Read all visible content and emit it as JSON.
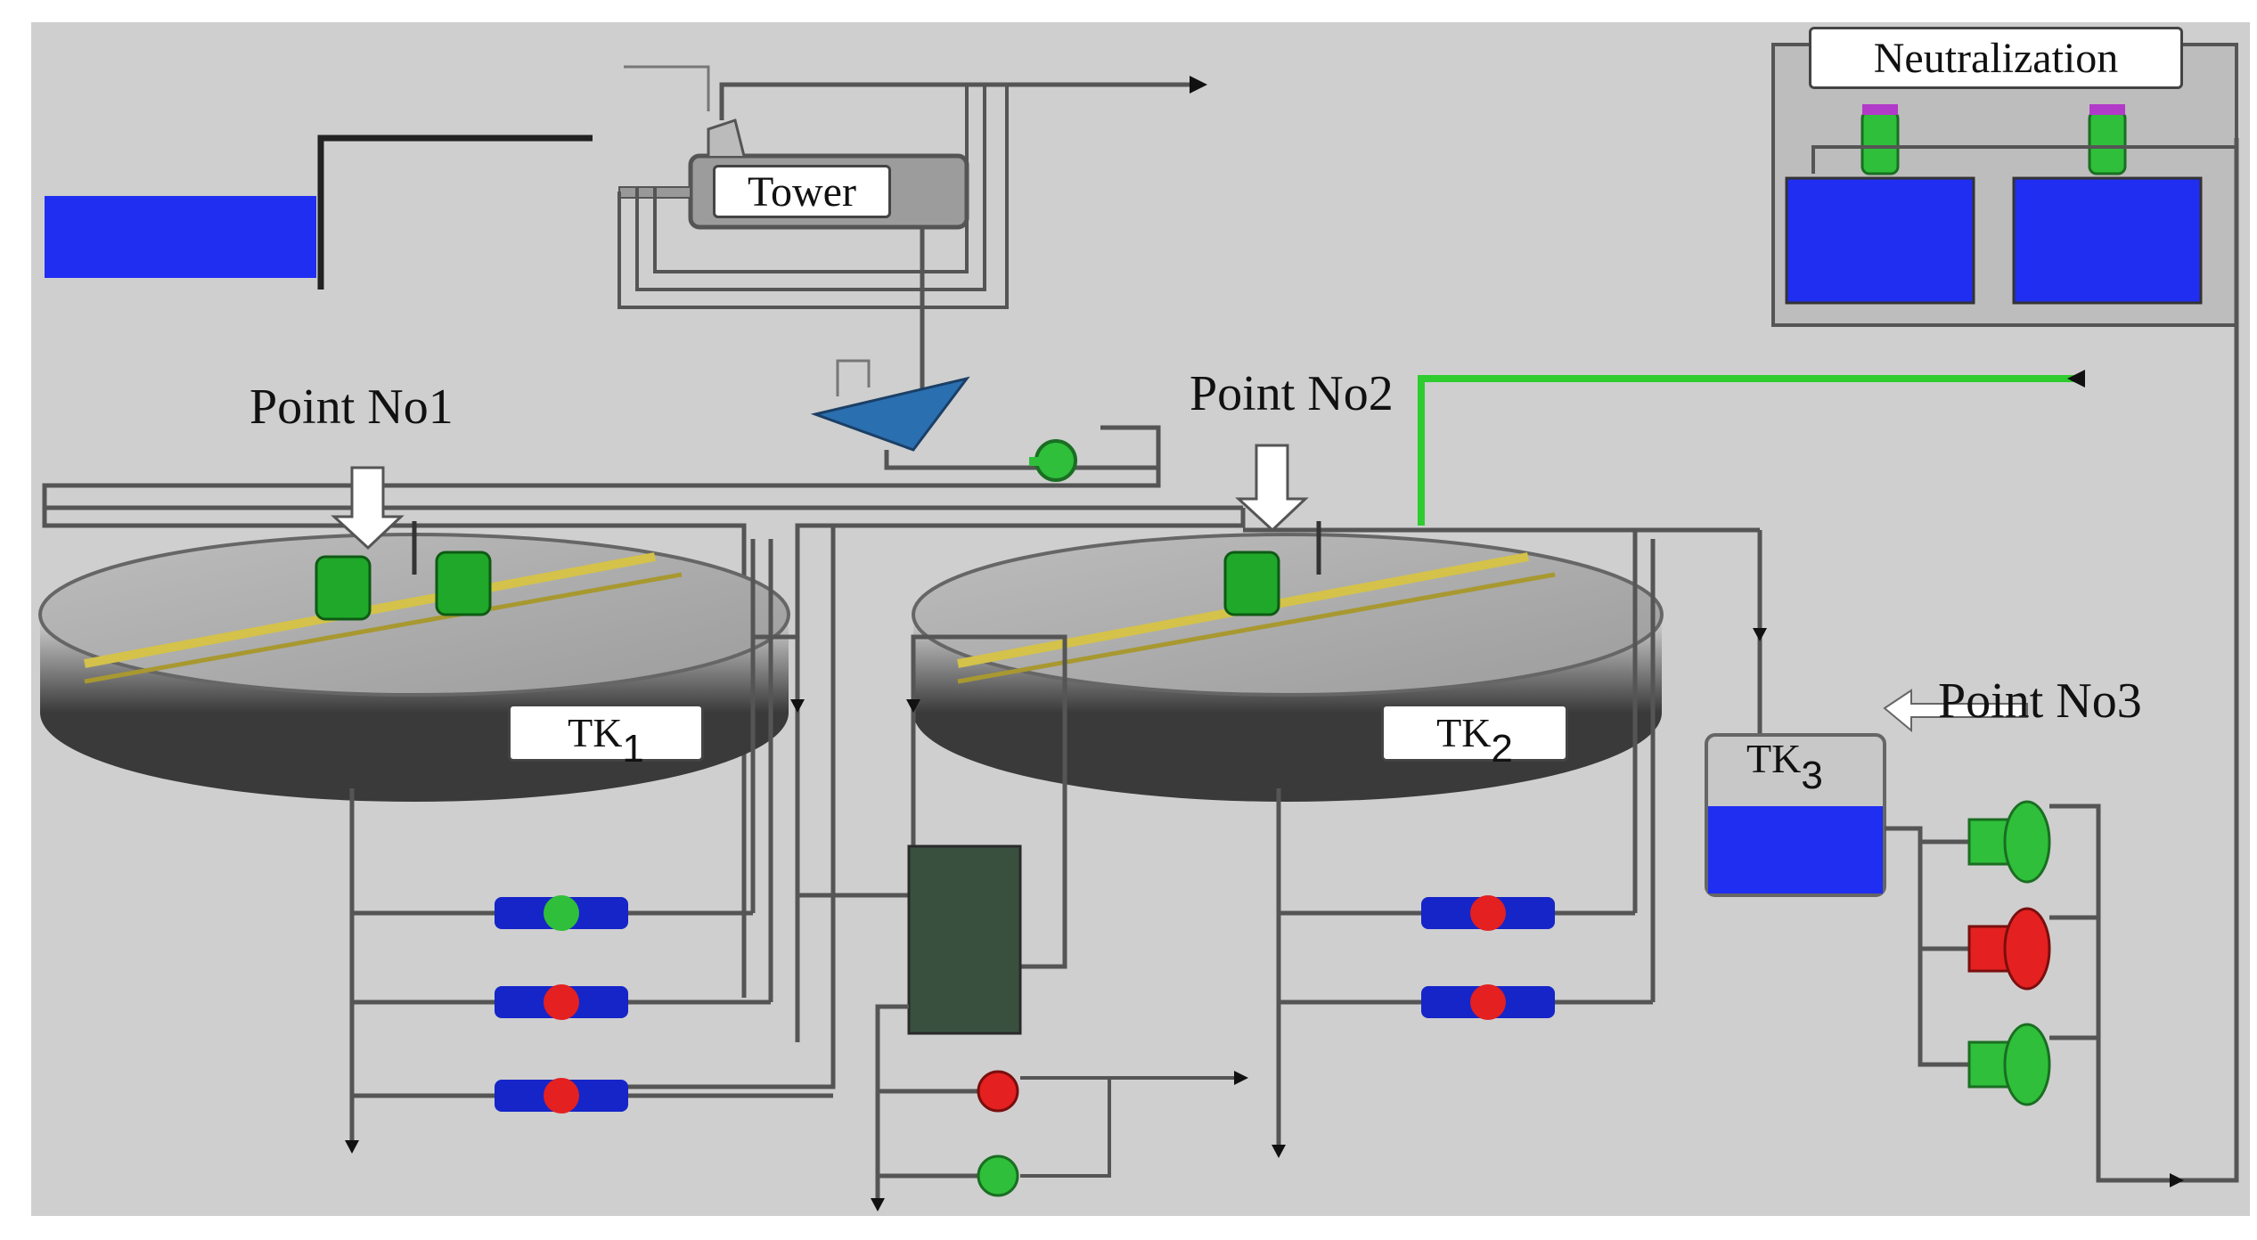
{
  "labels": {
    "tower": "Tower",
    "neutralization": "Neutralization",
    "point1": "Point No1",
    "point2": "Point No2",
    "point3": "Point No3",
    "tk_prefix": "TK",
    "tk1_sub": "1",
    "tk2_sub": "2",
    "tk3_sub": "3"
  },
  "colors": {
    "background": "#cfcfcf",
    "pipe": "#555555",
    "water_blue": "#1f2ef0",
    "pump_green": "#2fbf3a",
    "pump_red": "#e42020",
    "green_line": "#2ecc2e"
  },
  "status": {
    "tk1_valves": [
      "green",
      "red",
      "red"
    ],
    "tk2_valves": [
      "red",
      "red"
    ],
    "tk3_pumps": [
      "green",
      "red",
      "green"
    ],
    "bottom_pumps": [
      "red",
      "green"
    ]
  }
}
